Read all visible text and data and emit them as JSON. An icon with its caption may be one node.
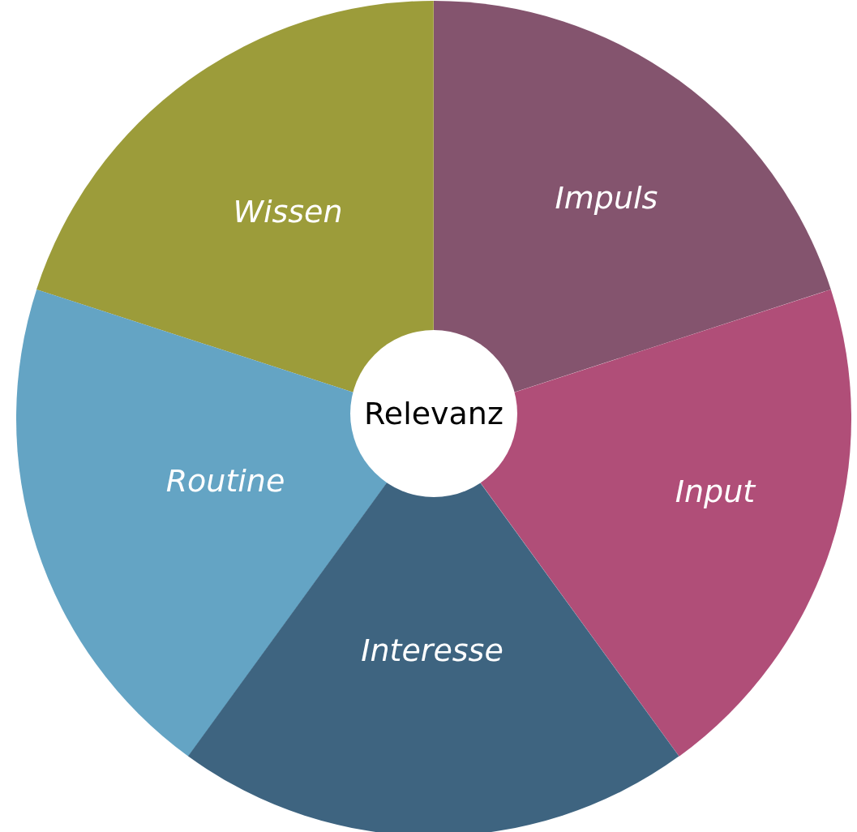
{
  "diagram": {
    "nodes": [
      {
        "text": [
          "Wissen"
        ]
      },
      {
        "text": [
          "Impuls"
        ]
      },
      {
        "text": [
          "Relevanz"
        ]
      },
      {
        "text": [
          "Routine"
        ]
      },
      {
        "text": [
          "Input"
        ]
      },
      {
        "text": [
          "Interesse"
        ]
      }
    ]
  }
}
